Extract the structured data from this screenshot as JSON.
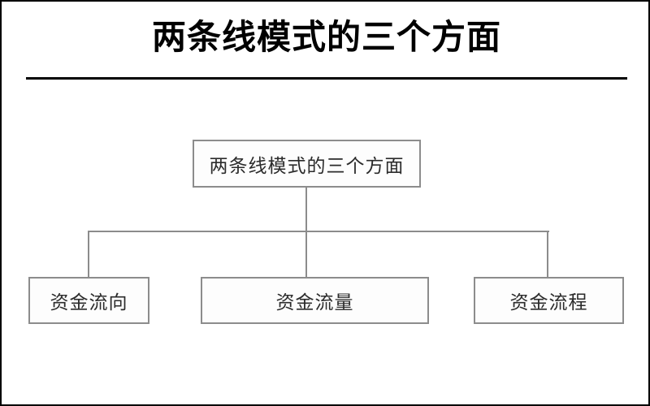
{
  "header": {
    "title": "两条线模式的三个方面"
  },
  "diagram": {
    "root": {
      "label": "两条线模式的三个方面"
    },
    "children": [
      {
        "label": "资金流向"
      },
      {
        "label": "资金流量"
      },
      {
        "label": "资金流程"
      }
    ]
  },
  "colors": {
    "page_background": "#ffffff",
    "page_border": "#000000",
    "title_text": "#000000",
    "rule": "#000000",
    "node_border": "#8c8c8c",
    "node_fill": "#fdfdfd",
    "node_text": "#2b2b2b",
    "connector": "#8c8c8c"
  }
}
